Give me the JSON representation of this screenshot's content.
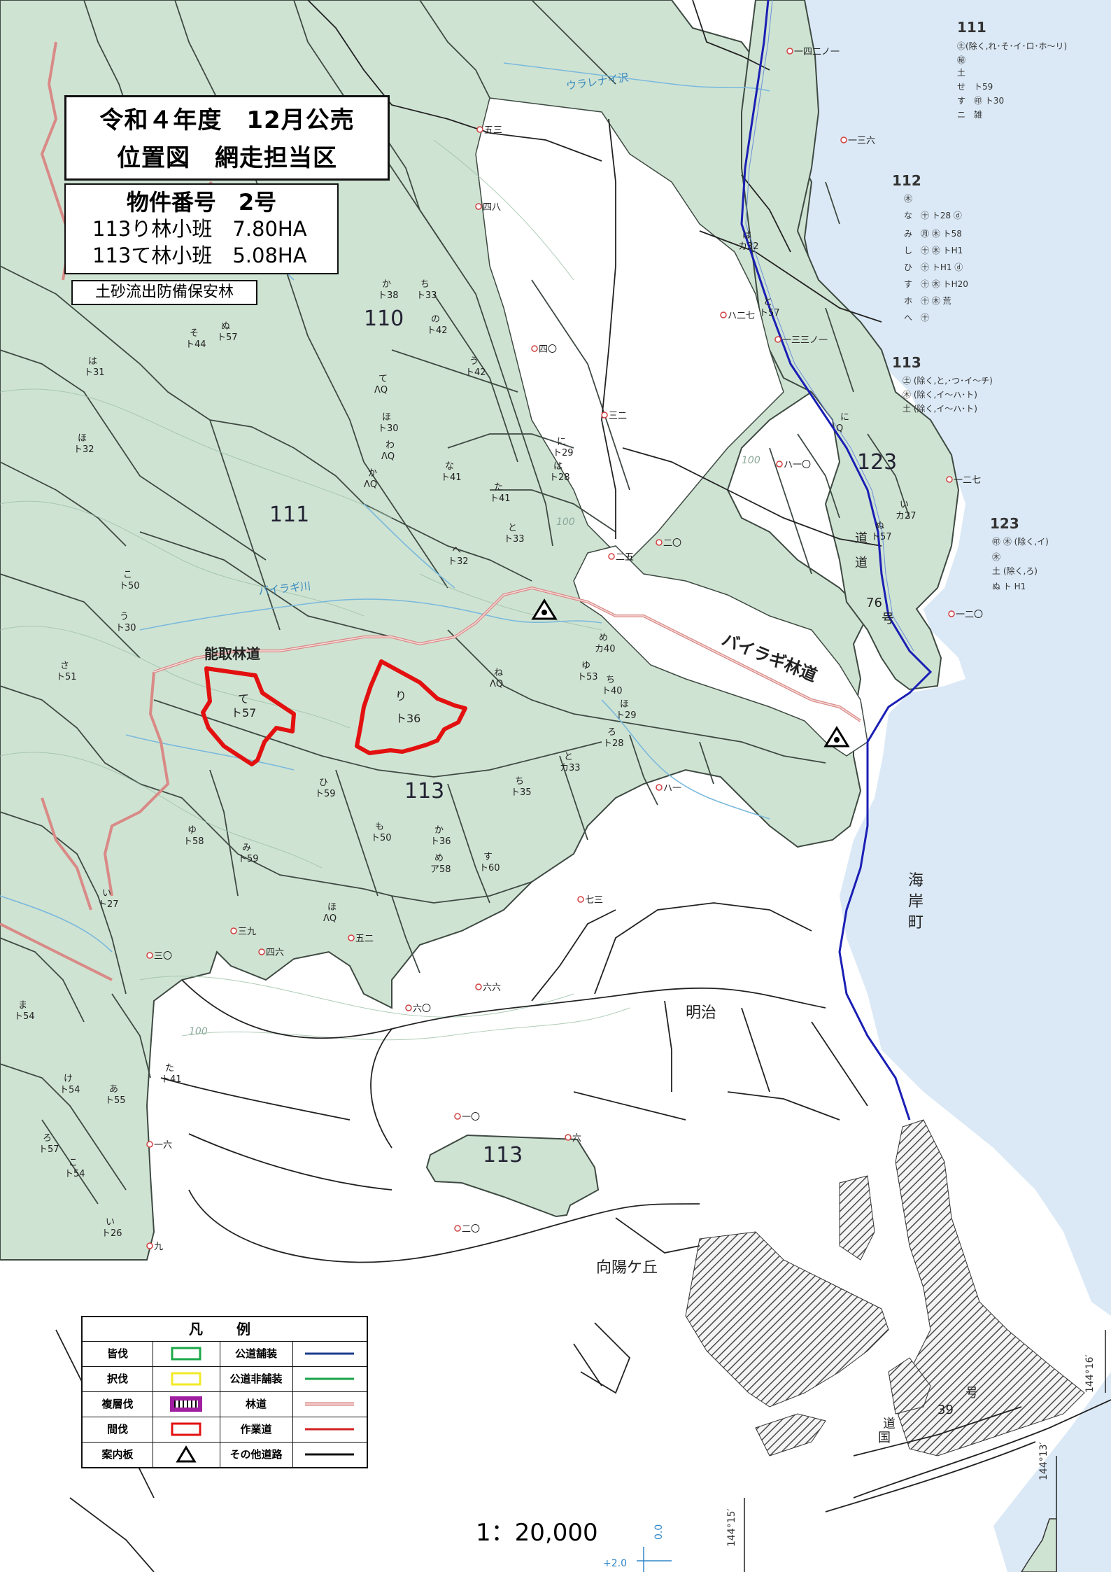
{
  "title": {
    "line1": "令和４年度　12月公売",
    "line2": "位置図　網走担当区"
  },
  "property": {
    "heading": "物件番号　2号",
    "lots": [
      "113り林小班　7.80HA",
      "113て林小班　5.08HA"
    ]
  },
  "designation": "土砂流出防備保安林",
  "scale": "1：20,000",
  "colors": {
    "forest": "#cfe3d3",
    "forest_line": "#4a5a50",
    "sea": "#dbe9f6",
    "national_road": "#1b1fb4",
    "forest_road": "#d98a86",
    "target_boundary": "#e31010",
    "stream": "#7ab9dc",
    "urban_hatch": "#555555"
  },
  "compartments": [
    {
      "number": "110"
    },
    {
      "number": "111"
    },
    {
      "number": "113"
    },
    {
      "number": "113"
    },
    {
      "number": "123"
    }
  ],
  "target_stands": [
    "て",
    "ト57",
    "り",
    "ト36"
  ],
  "place_names": {
    "meiji": "明治",
    "koyogaoka": "向陽ケ丘",
    "kaigan_cho": "海岸町",
    "notori_road": "能取林道",
    "bairagi_road": "バイラギ林道",
    "bairagi_river": "バイラギ川",
    "ozeki_river": "ウラレナイ沢",
    "route76": [
      "道",
      "道",
      "76",
      "号"
    ],
    "route39": [
      "国",
      "道",
      "39",
      "号"
    ]
  },
  "stand_labels": [
    {
      "k": "か",
      "v": "ト38"
    },
    {
      "k": "ち",
      "v": "ト33"
    },
    {
      "k": "の",
      "v": "ト42"
    },
    {
      "k": "う",
      "v": "ト42"
    },
    {
      "k": "て",
      "v": "ΛQ"
    },
    {
      "k": "ほ",
      "v": "ト30"
    },
    {
      "k": "わ",
      "v": "ΛQ"
    },
    {
      "k": "か",
      "v": "ΛQ"
    },
    {
      "k": "な",
      "v": "ト41"
    },
    {
      "k": "た",
      "v": "ト41"
    },
    {
      "k": "は",
      "v": "ト28"
    },
    {
      "k": "に",
      "v": "ト29"
    },
    {
      "k": "と",
      "v": "ト33"
    },
    {
      "k": "へ",
      "v": "ト32"
    },
    {
      "k": "ね",
      "v": "ΛQ"
    },
    {
      "k": "ゆ",
      "v": "ト53"
    },
    {
      "k": "ち",
      "v": "ト40"
    },
    {
      "k": "ほ",
      "v": "ト29"
    },
    {
      "k": "ろ",
      "v": "ト28"
    },
    {
      "k": "と",
      "v": "カ33"
    },
    {
      "k": "ち",
      "v": "ト35"
    },
    {
      "k": "か",
      "v": "ト36"
    },
    {
      "k": "も",
      "v": "ト50"
    },
    {
      "k": "め",
      "v": "ア58"
    },
    {
      "k": "す",
      "v": "ト60"
    },
    {
      "k": "ひ",
      "v": "ト59"
    },
    {
      "k": "ゆ",
      "v": "ト58"
    },
    {
      "k": "み",
      "v": "ト59"
    },
    {
      "k": "い",
      "v": "ト27"
    },
    {
      "k": "ほ",
      "v": "ΛQ"
    },
    {
      "k": "ま",
      "v": "ト54"
    },
    {
      "k": "け",
      "v": "ト54"
    },
    {
      "k": "あ",
      "v": "ト55"
    },
    {
      "k": "ろ",
      "v": "ト57"
    },
    {
      "k": "こ",
      "v": "ト54"
    },
    {
      "k": "い",
      "v": "ト26"
    },
    {
      "k": "こ",
      "v": "ト50"
    },
    {
      "k": "う",
      "v": "ト30"
    },
    {
      "k": "さ",
      "v": "ト51"
    },
    {
      "k": "ほ",
      "v": "ト32"
    },
    {
      "k": "は",
      "v": "ト31"
    },
    {
      "k": "そ",
      "v": "ト44"
    },
    {
      "k": "ぬ",
      "v": "ト57"
    },
    {
      "k": "た",
      "v": "ト41"
    },
    {
      "k": "め",
      "v": "カ40"
    },
    {
      "k": "は",
      "v": "カ32"
    },
    {
      "k": "と",
      "v": "ト57"
    },
    {
      "k": "い",
      "v": "カ27"
    },
    {
      "k": "ぬ",
      "v": "ト57"
    },
    {
      "k": "に",
      "v": "Q"
    }
  ],
  "side_notes": {
    "n111": {
      "no": "111",
      "lines": [
        "㊏(除く,れ･そ･イ･ロ･ホ〜リ)",
        "㊙",
        "土",
        "せ　ト59",
        "す　㊞ ト30",
        "ニ　雑"
      ]
    },
    "n112": {
      "no": "112",
      "lines": [
        "㊍",
        "な　㊉ ト28 ⓓ",
        "み　㊊ ㊍ ト58",
        "し　㊉ ㊍ トH1",
        "ひ　㊉ トH1 ⓓ",
        "す　㊉ ㊍ トH20",
        "ホ　㊉ ㊍ 荒",
        "へ　㊉"
      ]
    },
    "n113": {
      "no": "113",
      "lines": [
        "㊏ (除く,と,･つ･イ〜チ)",
        "㊍ (除く,イ〜ハ･ト)",
        "土 (除く,イ〜ハ･ト)"
      ]
    },
    "n123": {
      "no": "123",
      "lines": [
        "㊞ ㊍ (除く,イ)",
        "㊍",
        "土 (除く,ろ)",
        "ぬ ト H1"
      ]
    }
  },
  "road_markers": [
    "一四二ノ一",
    "一三六",
    "一三三ノ一",
    "一二七",
    "ハ二七",
    "ハ一〇",
    "一二〇",
    "五三",
    "四八",
    "四〇",
    "三二",
    "二〇",
    "二五",
    "ハ一",
    "七三",
    "六六",
    "六〇",
    "五二",
    "四六",
    "三九",
    "三〇",
    "一六",
    "九",
    "六",
    "一〇",
    "二〇"
  ],
  "contour_labels": [
    "100",
    "100",
    "100"
  ],
  "coordinates": [
    "144°16′",
    "144°15′",
    "144°13′"
  ],
  "depth_labels": [
    "0.0",
    "+2.0"
  ],
  "legend": {
    "title": "凡　例",
    "rows": [
      {
        "cut": "皆伐",
        "cut_color": "#19a84a",
        "road": "公道舗装",
        "road_color": "#1b3c8c"
      },
      {
        "cut": "択伐",
        "cut_color": "#f2ea26",
        "road": "公道非舗装",
        "road_color": "#1aa34a"
      },
      {
        "cut": "複層伐",
        "cut_color": "#a01ea0",
        "road": "林道",
        "road_color": "#d98a86"
      },
      {
        "cut": "間伐",
        "cut_color": "#e31010",
        "road": "作業道",
        "road_color": "#d22020"
      },
      {
        "cut": "案内板",
        "cut_color": "#000000",
        "road": "その他道路",
        "road_color": "#111111"
      }
    ]
  }
}
